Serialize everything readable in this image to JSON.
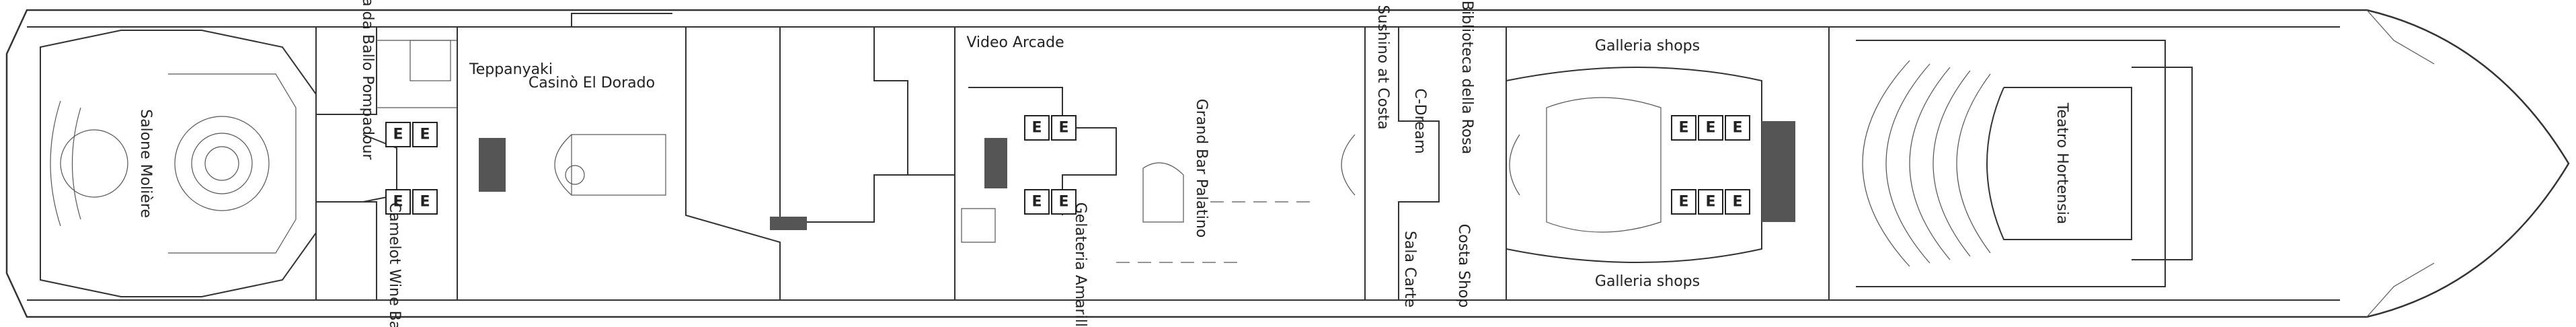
{
  "deck_plan": {
    "rooms": {
      "salone_moliere": "Salone Molière",
      "sala_da_ballo_pompadour": "Sala da Ballo Pompadour",
      "teppanyaki": "Teppanyaki",
      "casino_el_dorado": "Casinò El Dorado",
      "camelot_wine_bar": "Camelot Wine Bar",
      "video_arcade": "Video Arcade",
      "grand_bar_palatino": "Grand Bar Palatino",
      "gelateria_amarillo": "Gelateria Amarillo",
      "sushino_at_costa": "Sushino at Costa",
      "c_dream": "C-Dream",
      "biblioteca_della_rosa": "Biblioteca della Rosa",
      "sala_carte": "Sala Carte",
      "costa_shop": "Costa Shop",
      "galleria_shops_top": "Galleria shops",
      "galleria_shops_bottom": "Galleria shops",
      "teatro_hortensia": "Teatro Hortensia"
    },
    "elevator_label": "E"
  }
}
